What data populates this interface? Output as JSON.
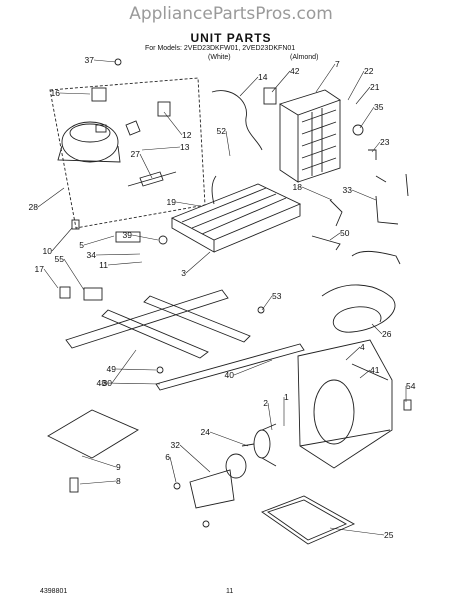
{
  "watermark": "AppliancePartsPros.com",
  "title": "UNIT PARTS",
  "models_line": "For Models: 2VED23DKFW01, 2VED23DKFN01",
  "color_white": "(White)",
  "color_almond": "(Almond)",
  "doc_number": "4398801",
  "page_number": "11",
  "callouts": [
    "37",
    "16",
    "12",
    "13",
    "27",
    "28",
    "14",
    "42",
    "7",
    "22",
    "21",
    "35",
    "52",
    "23",
    "19",
    "18",
    "33",
    "10",
    "5",
    "39",
    "34",
    "11",
    "17",
    "55",
    "3",
    "50",
    "53",
    "26",
    "30",
    "49",
    "48",
    "40",
    "4",
    "41",
    "54",
    "2",
    "1",
    "24",
    "32",
    "6",
    "9",
    "8",
    "25"
  ]
}
